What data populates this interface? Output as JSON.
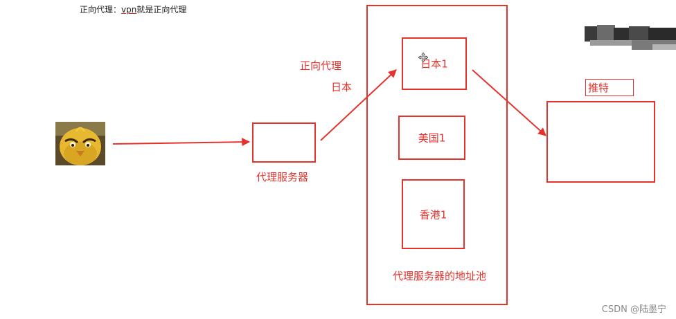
{
  "header_note": {
    "prefix": "正向代理：",
    "vpn": "vpn",
    "suffix": "就是正向代理"
  },
  "labels": {
    "forward_proxy": "正向代理",
    "japan": "日本",
    "proxy_server": "代理服务器",
    "pool": "代理服务器的地址池",
    "twitter": "推特"
  },
  "pool_items": {
    "japan1": "日本1",
    "usa1": "美国1",
    "hk1": "香港1"
  },
  "watermark": "CSDN @陆墨宁",
  "colors": {
    "accent": "#e5322d"
  },
  "icons": {
    "user": "chick-avatar-icon",
    "cursor": "move-cursor-icon"
  }
}
